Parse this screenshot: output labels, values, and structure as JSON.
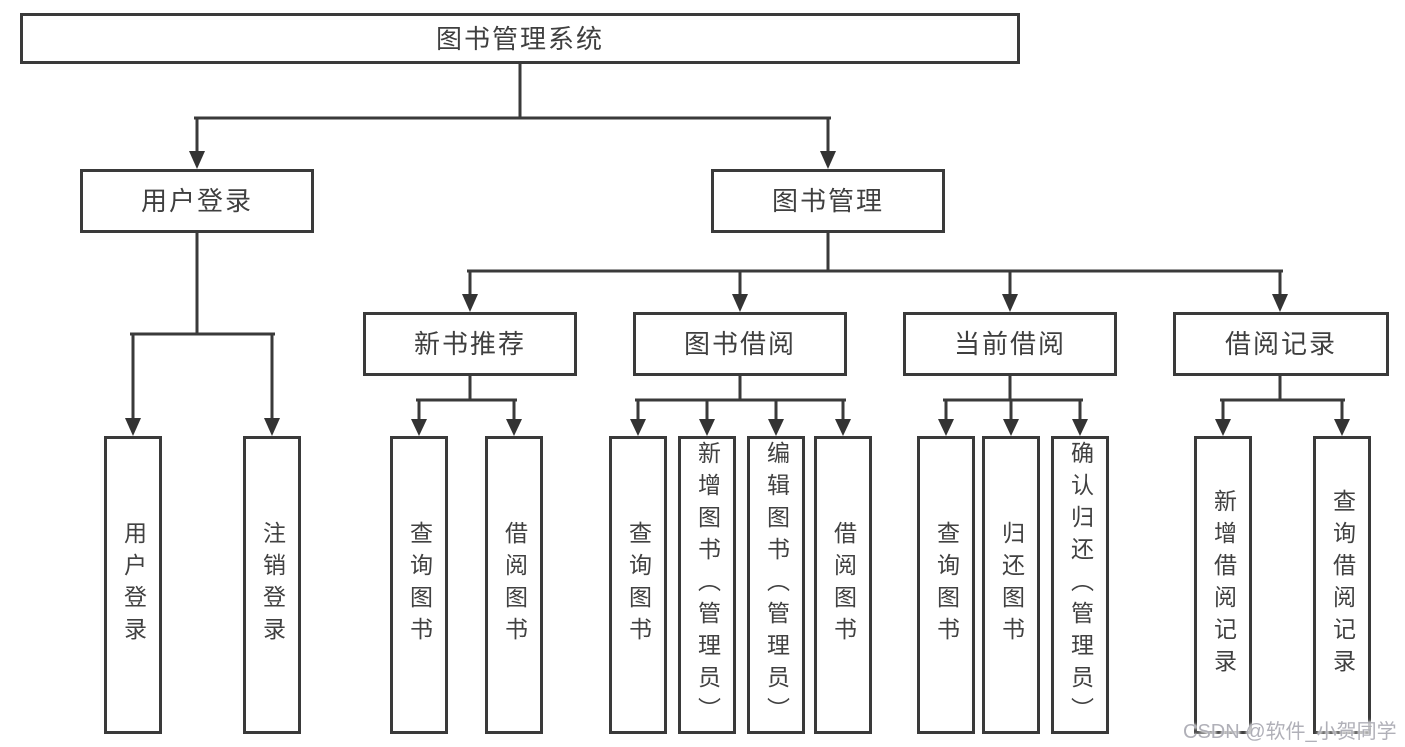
{
  "tree": {
    "root": {
      "label": "图书管理系统",
      "children": [
        {
          "label": "用户登录",
          "children": [
            {
              "label": "用户登录"
            },
            {
              "label": "注销登录"
            }
          ]
        },
        {
          "label": "图书管理",
          "children": [
            {
              "label": "新书推荐",
              "children": [
                {
                  "label": "查询图书"
                },
                {
                  "label": "借阅图书"
                }
              ]
            },
            {
              "label": "图书借阅",
              "children": [
                {
                  "label": "查询图书"
                },
                {
                  "label": "新增图书（管理员）"
                },
                {
                  "label": "编辑图书（管理员）"
                },
                {
                  "label": "借阅图书"
                }
              ]
            },
            {
              "label": "当前借阅",
              "children": [
                {
                  "label": "查询图书"
                },
                {
                  "label": "归还图书"
                },
                {
                  "label": "确认归还（管理员）"
                }
              ]
            },
            {
              "label": "借阅记录",
              "children": [
                {
                  "label": "新增借阅记录"
                },
                {
                  "label": "查询借阅记录"
                }
              ]
            }
          ]
        }
      ]
    }
  },
  "watermark": {
    "text": "CSDN @软件_小贺同学"
  },
  "icons": {
    "arrow_down_icon": "▼"
  },
  "colors": {
    "line": "#3a3a3a",
    "box_border": "#3a3a3a",
    "text": "#3f3f3f",
    "background": "#ffffff"
  }
}
